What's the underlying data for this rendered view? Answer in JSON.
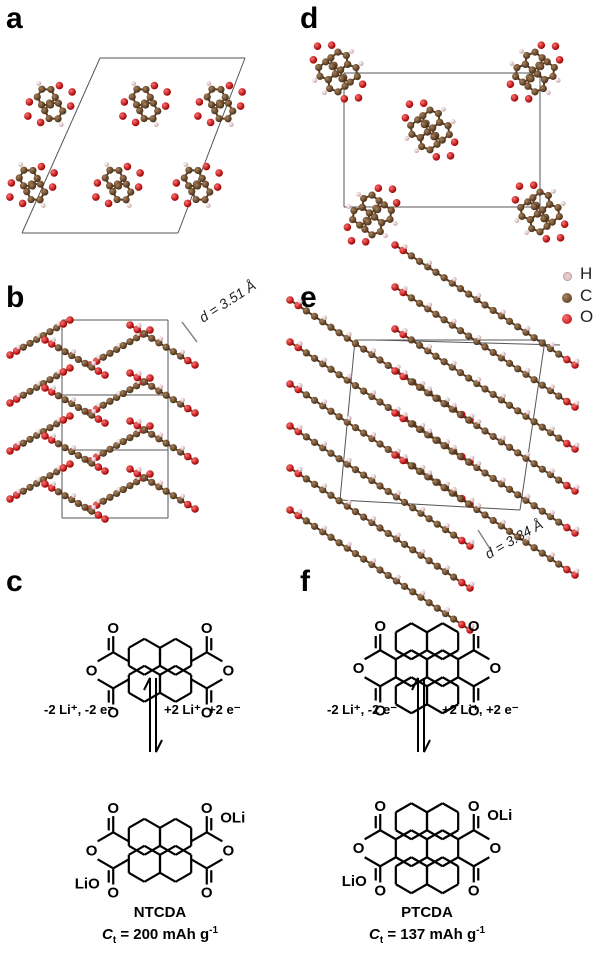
{
  "panels": {
    "a": "a",
    "b": "b",
    "c": "c",
    "d": "d",
    "e": "e",
    "f": "f"
  },
  "distances": {
    "ntcda": "d = 3.51 Å",
    "ptcda": "d = 3.34 Å"
  },
  "legend": [
    {
      "label": "H",
      "color": "#e8c9cc"
    },
    {
      "label": "C",
      "color": "#6b4a2c"
    },
    {
      "label": "O",
      "color": "#cc1a1a"
    }
  ],
  "reaction": {
    "left": "-2 Li⁺, -2 e⁻",
    "right": "+2 Li⁺, +2 e⁻"
  },
  "compounds": [
    {
      "name": "NTCDA",
      "capacity": "Ct = 200 mAh g-1",
      "cap_prefix": "C",
      "cap_sub": "t",
      "cap_value": " = 200 mAh g",
      "cap_sup": "-1"
    },
    {
      "name": "PTCDA",
      "capacity": "Ct = 137 mAh g-1",
      "cap_prefix": "C",
      "cap_sub": "t",
      "cap_value": " = 137 mAh g",
      "cap_sup": "-1"
    }
  ],
  "atom_labels": {
    "o": "O",
    "oli": "OLi",
    "lio": "LiO"
  },
  "colors": {
    "carbon": "#6b4a2c",
    "oxygen": "#cc1a1a",
    "hydrogen": "#e8c9cc",
    "cell": "#555555"
  }
}
